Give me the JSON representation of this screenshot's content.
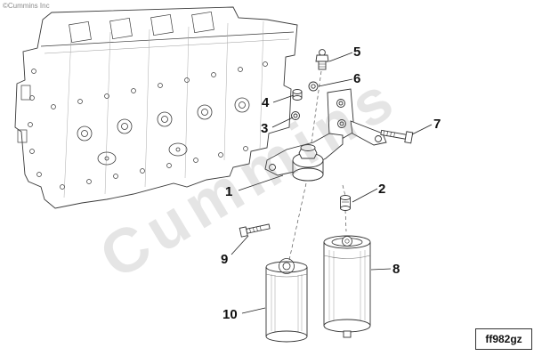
{
  "meta": {
    "copyright": "©Cummins Inc",
    "watermark": "Cummins",
    "figure_code": "ff982gz"
  },
  "callouts": [
    {
      "label": "1"
    },
    {
      "label": "2"
    },
    {
      "label": "3"
    },
    {
      "label": "4"
    },
    {
      "label": "5"
    },
    {
      "label": "6"
    },
    {
      "label": "7"
    },
    {
      "label": "8"
    },
    {
      "label": "9"
    },
    {
      "label": "10"
    }
  ]
}
